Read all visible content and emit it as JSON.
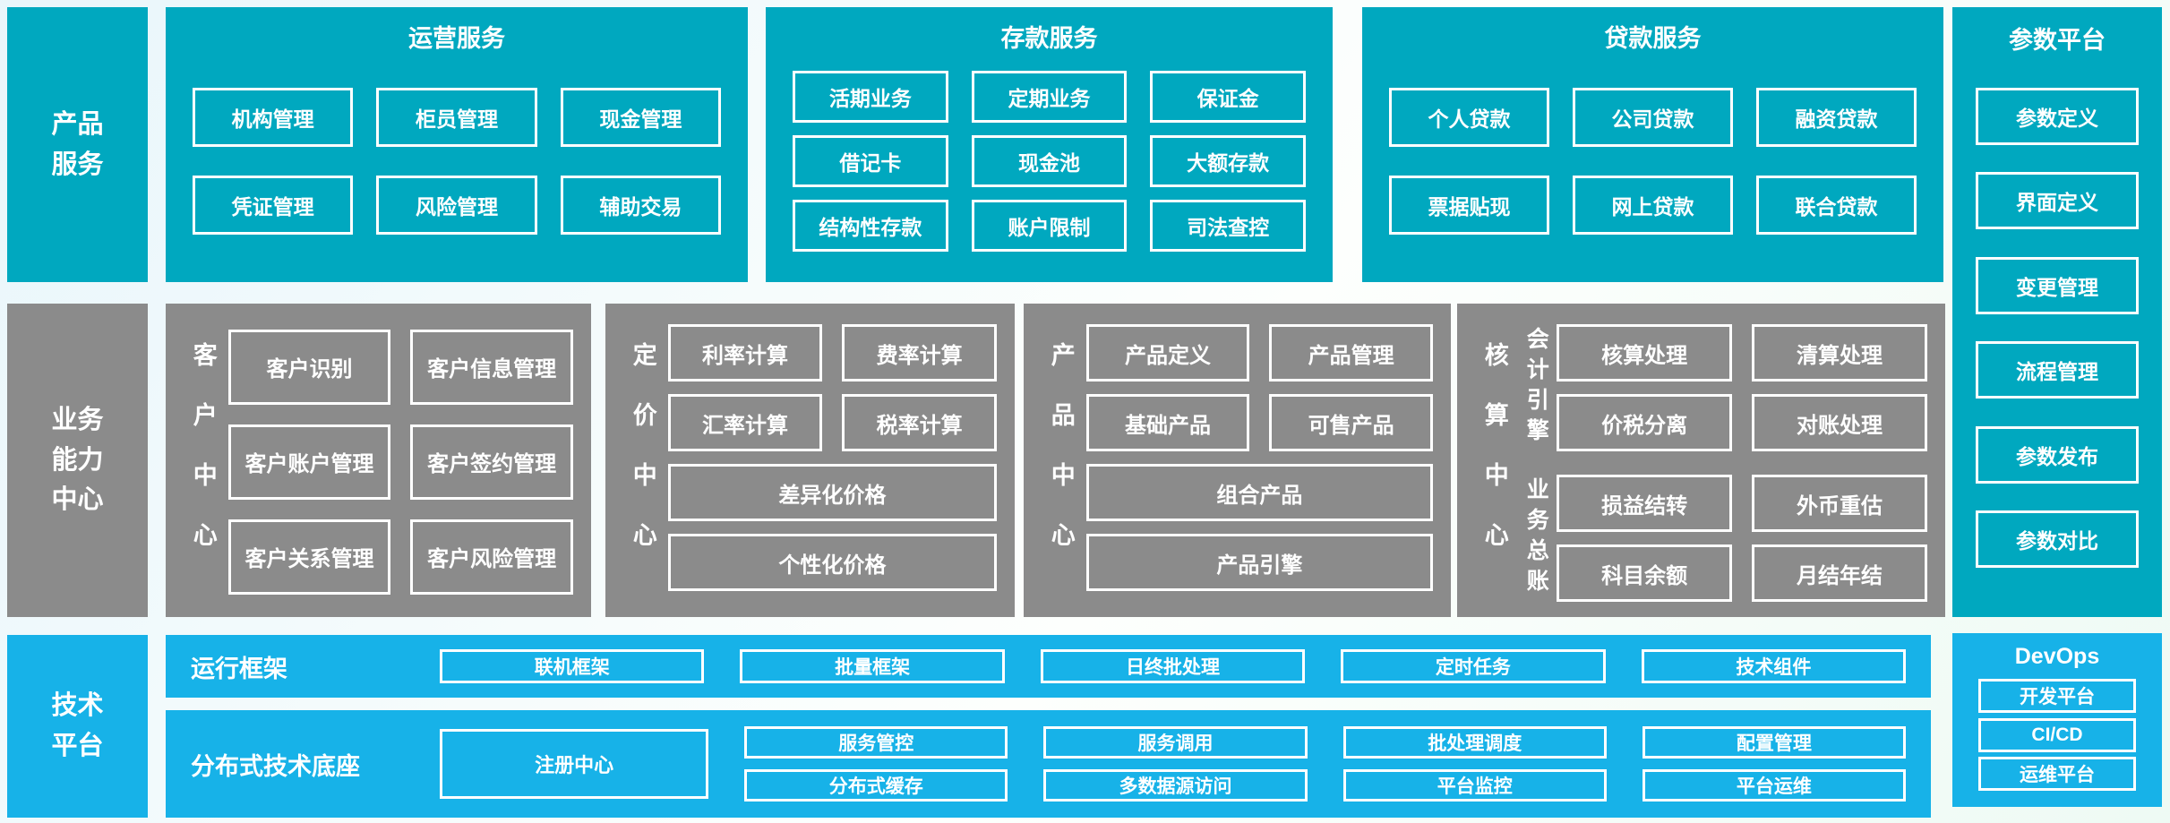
{
  "colors": {
    "teal": "#00a8bf",
    "gray": "#8b8b8b",
    "blue": "#17b2e8",
    "bg1": "#e9f6fb",
    "bg2": "#fdfffd",
    "bg3": "#eefaf4"
  },
  "b1": {
    "sidebar": "产品\n服务",
    "p1": {
      "title": "运营服务",
      "items": [
        "机构管理",
        "柜员管理",
        "现金管理",
        "凭证管理",
        "风险管理",
        "辅助交易"
      ]
    },
    "p2": {
      "title": "存款服务",
      "items": [
        "活期业务",
        "定期业务",
        "保证金",
        "借记卡",
        "现金池",
        "大额存款",
        "结构性存款",
        "账户限制",
        "司法查控"
      ]
    },
    "p3": {
      "title": "贷款服务",
      "items": [
        "个人贷款",
        "公司贷款",
        "融资贷款",
        "票据贴现",
        "网上贷款",
        "联合贷款"
      ]
    },
    "params": {
      "title": "参数平台",
      "items": [
        "参数定义",
        "界面定义",
        "变更管理",
        "流程管理",
        "参数发布",
        "参数对比"
      ]
    }
  },
  "b2": {
    "sidebar": "业务\n能力\n中心",
    "customer": {
      "label": "客户中心",
      "items": [
        "客户识别",
        "客户信息管理",
        "客户账户管理",
        "客户签约管理",
        "客户关系管理",
        "客户风险管理"
      ]
    },
    "pricing": {
      "label": "定价中心",
      "items": [
        "利率计算",
        "费率计算",
        "汇率计算",
        "税率计算"
      ],
      "wide": [
        "差异化价格",
        "个性化价格"
      ]
    },
    "product": {
      "label": "产品中心",
      "items": [
        "产品定义",
        "产品管理",
        "基础产品",
        "可售产品"
      ],
      "wide": [
        "组合产品",
        "产品引擎"
      ]
    },
    "accounting": {
      "label": "核算中心",
      "g1": {
        "label": "会计引擎",
        "items": [
          "核算处理",
          "清算处理",
          "价税分离",
          "对账处理"
        ]
      },
      "g2": {
        "label": "业务总账",
        "items": [
          "损益结转",
          "外币重估",
          "科目余额",
          "月结年结"
        ]
      }
    }
  },
  "b3": {
    "sidebar": "技术\n平台",
    "runtime": {
      "label": "运行框架",
      "items": [
        "联机框架",
        "批量框架",
        "日终批处理",
        "定时任务",
        "技术组件"
      ]
    },
    "base": {
      "label": "分布式技术底座",
      "registry": "注册中心",
      "row1": [
        "服务管控",
        "服务调用",
        "批处理调度",
        "配置管理"
      ],
      "row2": [
        "分布式缓存",
        "多数据源访问",
        "平台监控",
        "平台运维"
      ]
    },
    "devops": {
      "title": "DevOps",
      "items": [
        "开发平台",
        "CI/CD",
        "运维平台"
      ]
    }
  }
}
